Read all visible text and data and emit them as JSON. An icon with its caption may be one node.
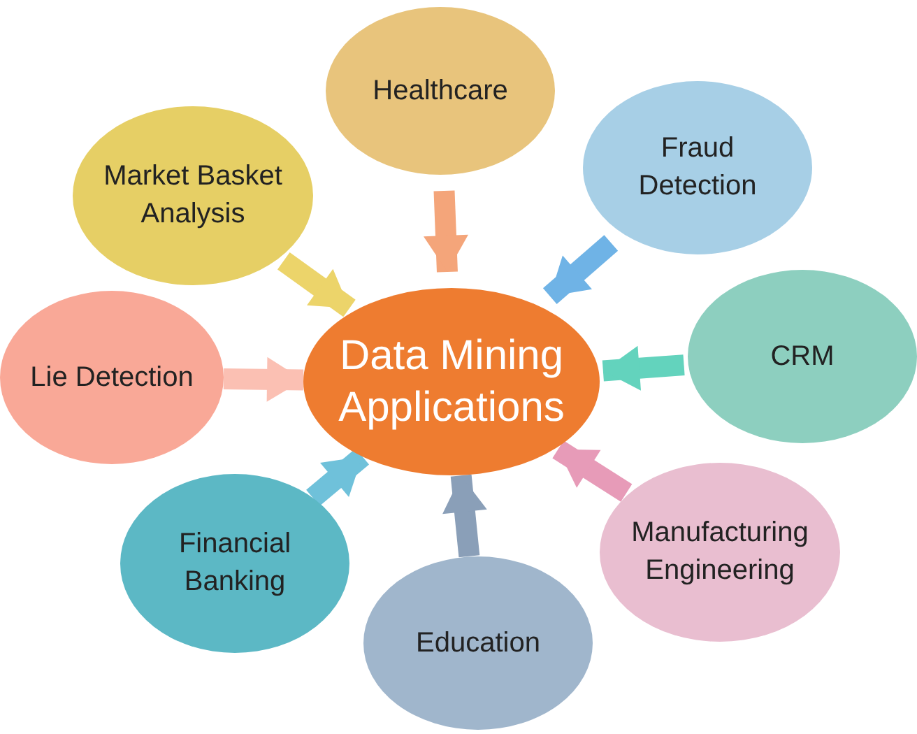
{
  "diagram": {
    "nodes": [
      {
        "text": [
          "Data Mining Applications"
        ]
      },
      {
        "text": [
          "Healthcare"
        ]
      },
      {
        "text": [
          "Fraud Detection"
        ]
      },
      {
        "text": [
          "Market Basket Analysis"
        ]
      },
      {
        "text": [
          "CRM"
        ]
      },
      {
        "text": [
          "Lie Detection"
        ]
      },
      {
        "text": [
          "Manufacturing Engineering"
        ]
      },
      {
        "text": [
          "Financial Banking"
        ]
      },
      {
        "text": [
          "Education"
        ]
      }
    ],
    "edges": [
      {
        "from": 1,
        "to": 0,
        "arrow": "to",
        "color": "#f4a57a"
      },
      {
        "from": 2,
        "to": 0,
        "arrow": "to",
        "color": "#6fb3e6"
      },
      {
        "from": 3,
        "to": 0,
        "arrow": "to",
        "color": "#ecd46a"
      },
      {
        "from": 4,
        "to": 0,
        "arrow": "to",
        "color": "#63d3bd"
      },
      {
        "from": 5,
        "to": 0,
        "arrow": "to",
        "color": "#fbc0b3"
      },
      {
        "from": 6,
        "to": 0,
        "arrow": "to",
        "color": "#e79bb8"
      },
      {
        "from": 7,
        "to": 0,
        "arrow": "to",
        "color": "#6fc1da"
      },
      {
        "from": 8,
        "to": 0,
        "arrow": "to",
        "color": "#8a9fb8"
      }
    ]
  }
}
